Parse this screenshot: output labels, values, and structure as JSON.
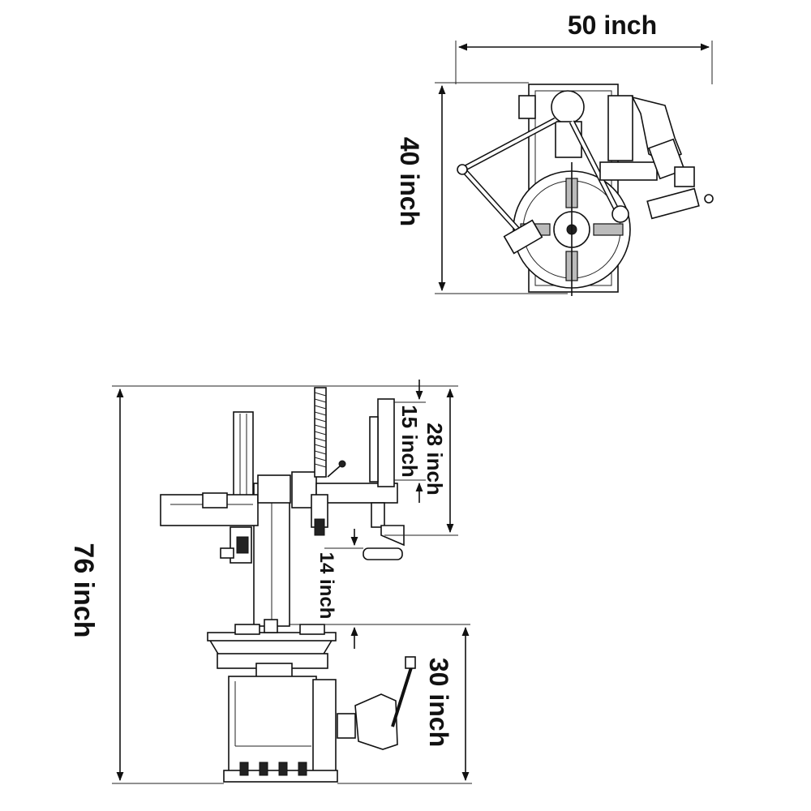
{
  "dimensions": {
    "top_width": "50 inch",
    "top_depth": "40 inch",
    "total_height": "76 inch",
    "arm_travel": "28 inch",
    "head_travel": "15 inch",
    "head_clearance": "14 inch",
    "table_height": "30 inch"
  },
  "colors": {
    "line": "#111111",
    "background": "#ffffff"
  }
}
